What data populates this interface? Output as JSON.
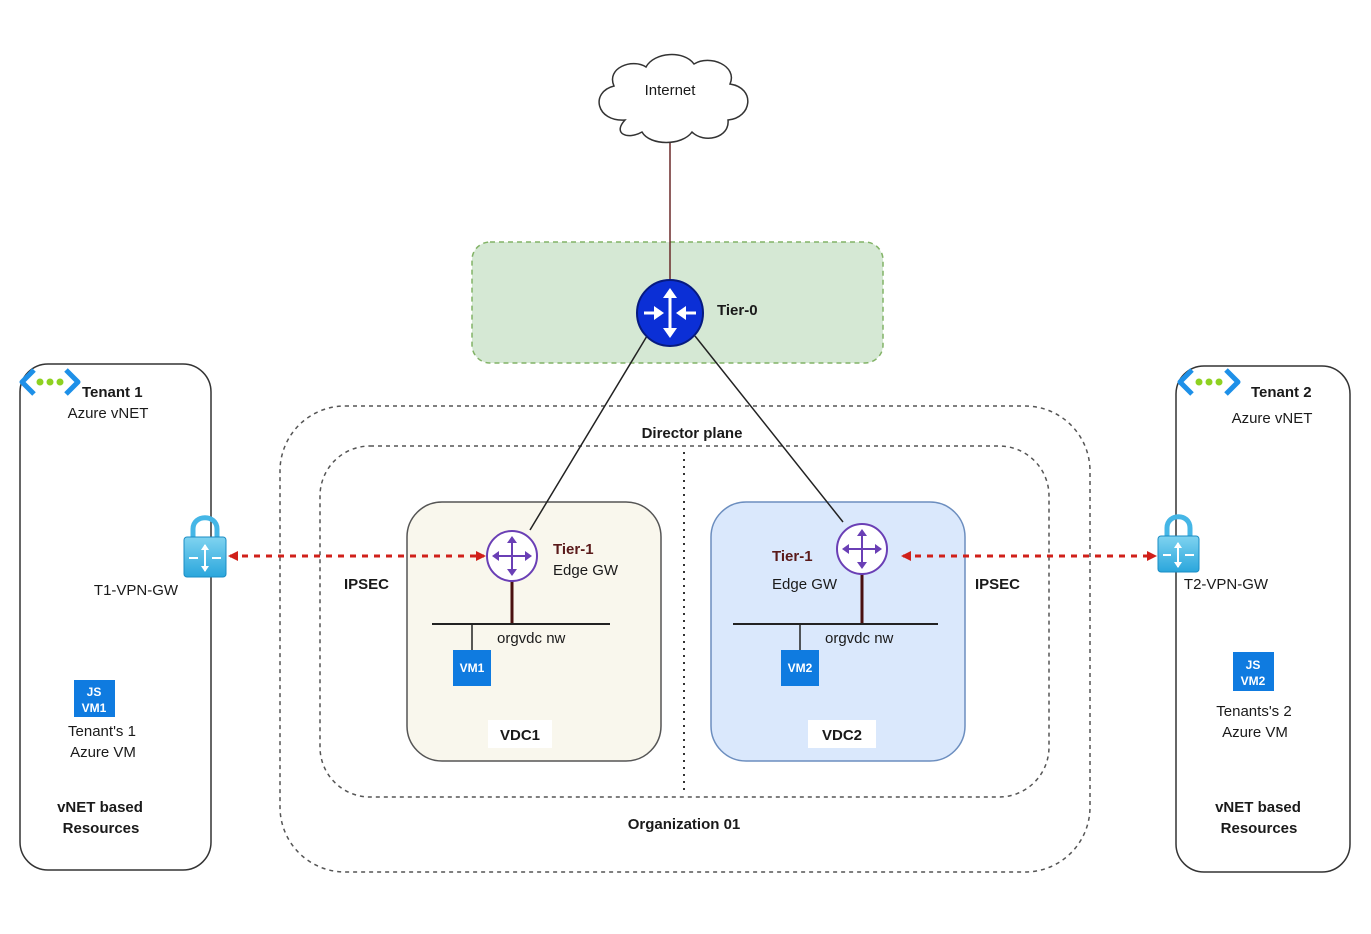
{
  "internet": {
    "label": "Internet"
  },
  "tier0": {
    "label": "Tier-0"
  },
  "director_plane": {
    "label": "Director plane"
  },
  "organization": {
    "label": "Organization 01"
  },
  "vdc1": {
    "name": "VDC1",
    "router_label": "Tier-1",
    "router_sublabel": "Edge GW",
    "network_label": "orgvdc nw",
    "vm_label": "VM1"
  },
  "vdc2": {
    "name": "VDC2",
    "router_label": "Tier-1",
    "router_sublabel": "Edge GW",
    "network_label": "orgvdc nw",
    "vm_label": "VM2"
  },
  "ipsec_left": "IPSEC",
  "ipsec_right": "IPSEC",
  "tenant1": {
    "title": "Tenant 1",
    "subtitle": "Azure vNET",
    "vpn_gw": "T1-VPN-GW",
    "vm_badge_top": "JS",
    "vm_badge_bottom": "VM1",
    "vm_caption_1": "Tenant's 1",
    "vm_caption_2": "Azure VM",
    "resources_1": "vNET based",
    "resources_2": "Resources"
  },
  "tenant2": {
    "title": "Tenant 2",
    "subtitle": "Azure vNET",
    "vpn_gw": "T2-VPN-GW",
    "vm_badge_top": "JS",
    "vm_badge_bottom": "VM2",
    "vm_caption_1": "Tenants's 2",
    "vm_caption_2": "Azure VM",
    "resources_1": "vNET based",
    "resources_2": "Resources"
  },
  "colors": {
    "tier0_zone_fill": "#d5e8d4",
    "tier0_zone_stroke": "#82b366",
    "vdc1_fill": "#f9f7ed",
    "vdc2_fill": "#dae8fc",
    "vdc2_stroke": "#6c8ebf",
    "router_blue": "#0b2fd6",
    "router_purple": "#6a3fb5",
    "vm_blue": "#0f7be0",
    "ipsec_red": "#d0201a",
    "azure_blue": "#1e90e8",
    "azure_green": "#8ed120"
  }
}
